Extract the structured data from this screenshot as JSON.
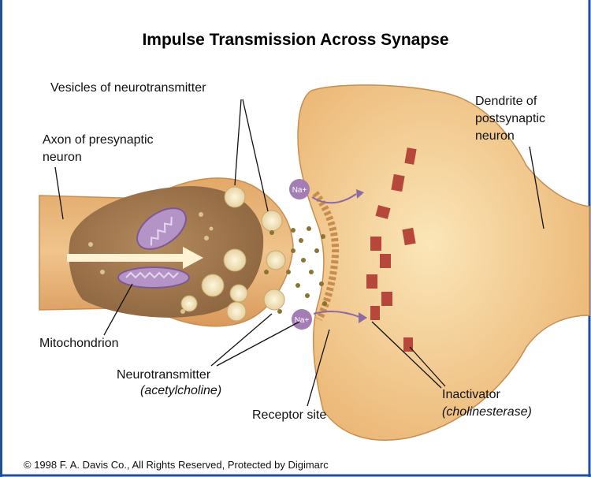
{
  "title": "Impulse Transmission Across Synapse",
  "labels": {
    "vesicles": "Vesicles of neurotransmitter",
    "axon_line1": "Axon of presynaptic",
    "axon_line2": "neuron",
    "dendrite_line1": "Dendrite of",
    "dendrite_line2": "postsynaptic",
    "dendrite_line3": "neuron",
    "mitochondrion": "Mitochondrion",
    "neurotransmitter": "Neurotransmitter",
    "neurotransmitter_sub": "(acetylcholine)",
    "receptor_site": "Receptor site",
    "inactivator": "Inactivator",
    "inactivator_sub": "(cholinesterase)",
    "ion_top": "Na+",
    "ion_bottom": "Na+"
  },
  "copyright": "© 1998 F. A. Davis Co., All Rights Reserved, Protected by Digimarc",
  "colors": {
    "frame_border": "#1f4f97",
    "axon_fill": "#e7b57a",
    "terminal_interior": "#a97f55",
    "dendrite_fill": "#f1c98f",
    "inactivator": "#b5473b",
    "mitochondrion": "#b494c6",
    "ion": "#a47db4",
    "transmitter_dot": "#8a7433"
  }
}
